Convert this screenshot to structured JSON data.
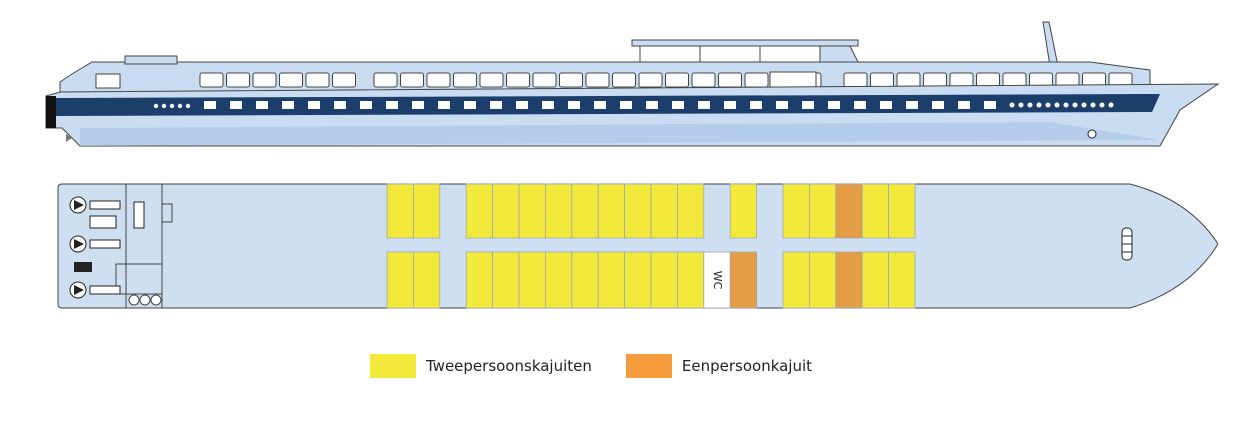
{
  "colors": {
    "hull": "#c9dcf2",
    "hull_dark": "#a9c3e4",
    "stripe": "#1b3f6a",
    "outline": "#444444",
    "deck": "#cedff1",
    "double_cabin": "#f3e93a",
    "single_cabin": "#e49d45",
    "wc": "#ffffff"
  },
  "plan": {
    "wc_label": "WC",
    "top_row": [
      "double",
      "double",
      "gap",
      "double",
      "double",
      "double",
      "double",
      "double",
      "double",
      "double",
      "double",
      "double",
      "gap",
      "double",
      "gap",
      "double",
      "double",
      "single",
      "double",
      "double"
    ],
    "bottom_row": [
      "double",
      "double",
      "gap",
      "double",
      "double",
      "double",
      "double",
      "double",
      "double",
      "double",
      "double",
      "double",
      "wc",
      "single",
      "gap",
      "double",
      "double",
      "single",
      "double",
      "double"
    ]
  },
  "legend": [
    {
      "key": "double",
      "label": "Tweepersoonskajuiten",
      "color": "#f3e93a"
    },
    {
      "key": "single",
      "label": "Eenpersoonkajuit",
      "color": "#f59b3c"
    }
  ]
}
